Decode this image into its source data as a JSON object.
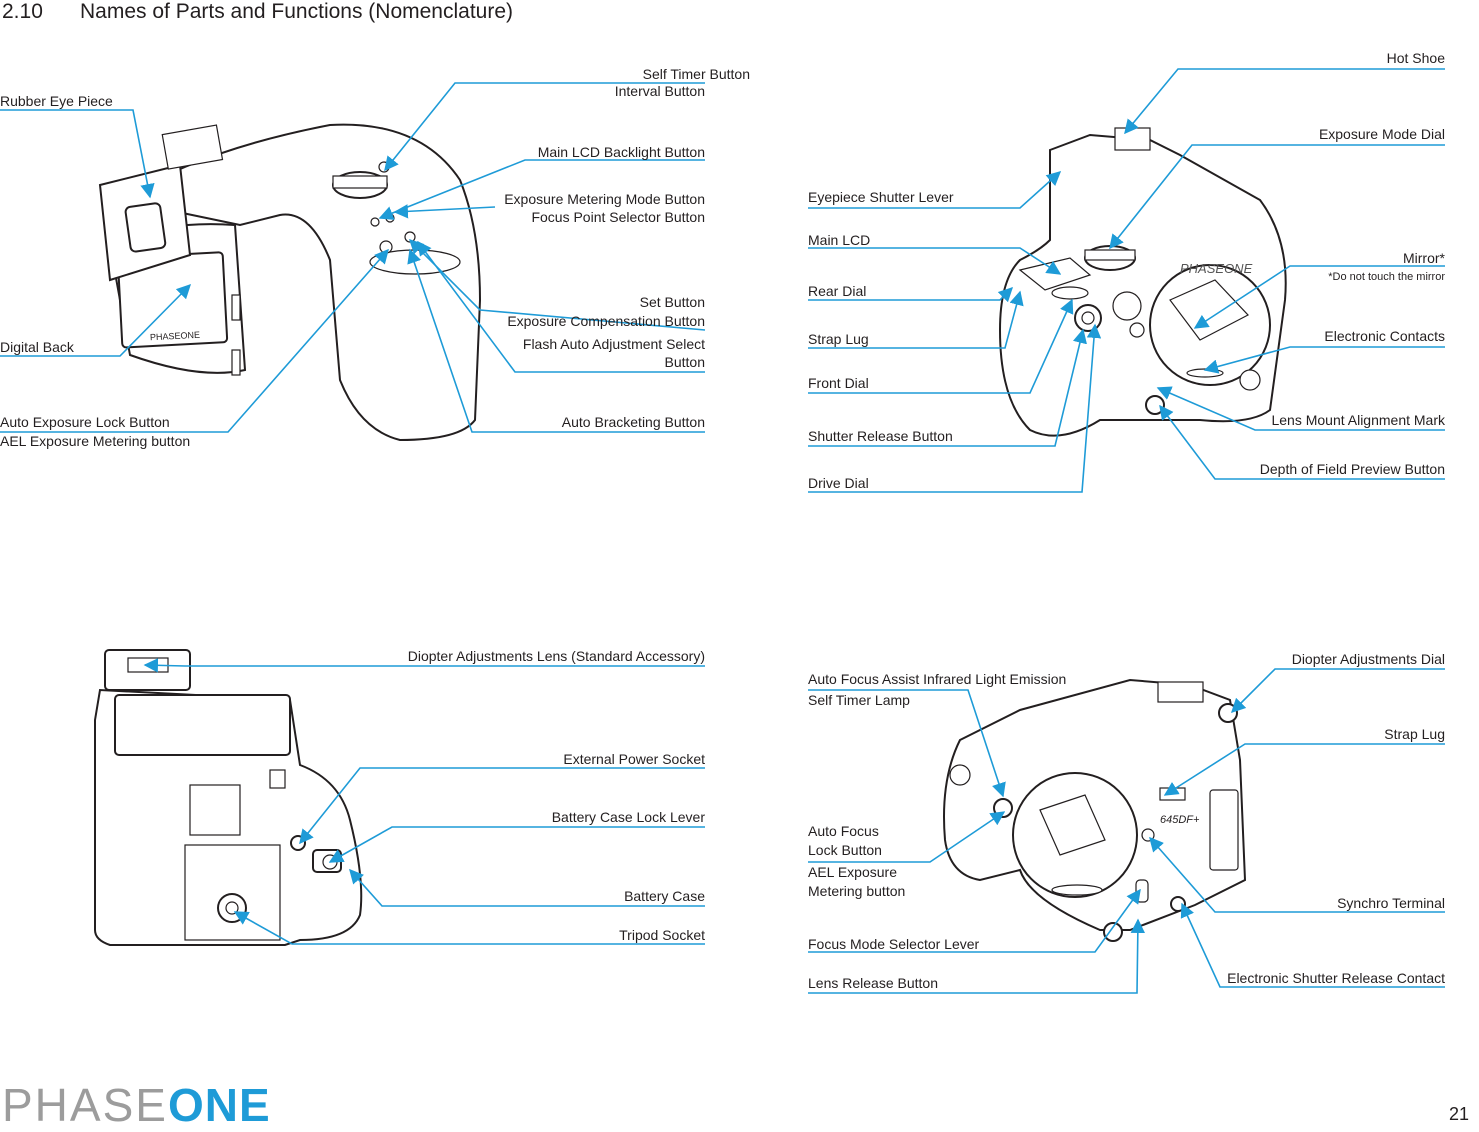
{
  "section": {
    "number": "2.10",
    "title": "Names of Parts and Functions (Nomenclature)"
  },
  "views": {
    "top_left": {
      "labels": [
        "Self Timer Button",
        "Interval Button",
        "Rubber Eye Piece",
        "Main LCD Backlight Button",
        "Exposure Metering Mode Button",
        "Focus Point Selector Button",
        "Set Button",
        "Exposure Compensation Button",
        "Flash Auto Adjustment Select",
        "Button",
        "Digital Back",
        "Auto Exposure Lock Button",
        "AEL Exposure Metering button",
        "Auto Bracketing Button"
      ]
    },
    "top_right": {
      "labels": [
        "Hot Shoe",
        "Exposure Mode Dial",
        "Eyepiece Shutter Lever",
        "Main LCD",
        "Mirror*",
        "*Do not touch the mirror",
        "Rear Dial",
        "Strap Lug",
        "Electronic Contacts",
        "Front Dial",
        "Lens Mount Alignment Mark",
        "Shutter Release Button",
        "Depth of Field Preview Button",
        "Drive Dial"
      ]
    },
    "bottom_left": {
      "labels": [
        "Diopter Adjustments Lens (Standard Accessory)",
        "External Power Socket",
        "Battery Case Lock Lever",
        "Battery Case",
        "Tripod Socket"
      ]
    },
    "bottom_right": {
      "labels": [
        "Auto Focus Assist Infrared Light Emission",
        "Self Timer Lamp",
        "Diopter Adjustments Dial",
        "Strap Lug",
        "Auto Focus",
        "Lock Button",
        "AEL Exposure",
        "Metering button",
        "Synchro Terminal",
        "Focus Mode Selector Lever",
        "Electronic Shutter Release Contact",
        "Lens Release Button"
      ]
    }
  },
  "camera_markings": {
    "brand": "PHASEONE",
    "model": "645DF+"
  },
  "footer": {
    "logo_light": "PHASE",
    "logo_bold": "ONE",
    "page_number": "21"
  },
  "colors": {
    "leader_lines": "#1e9bd7",
    "text": "#231f20",
    "logo_gray": "#9c9c9c"
  }
}
